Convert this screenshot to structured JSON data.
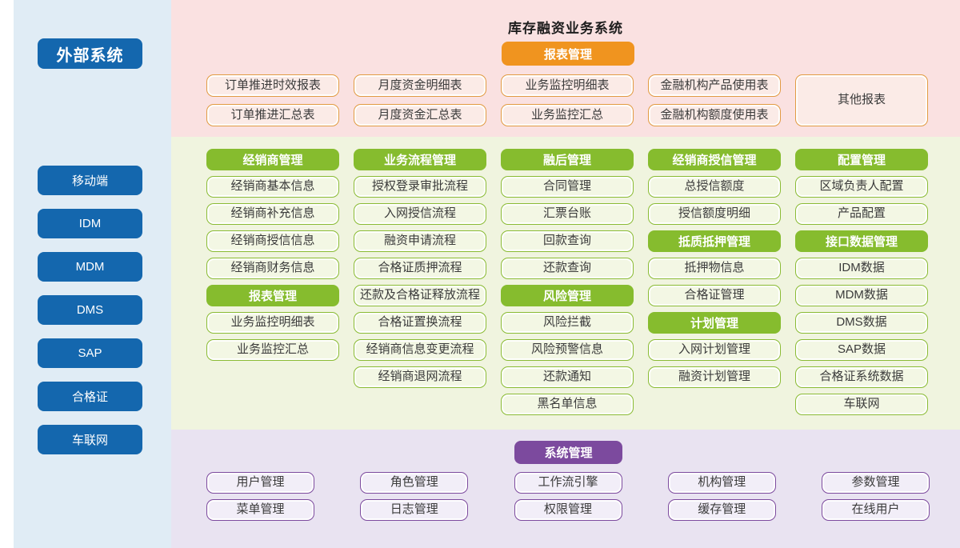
{
  "title": "库存融资业务系统",
  "colors": {
    "blue": "#1467ae",
    "sidebar_bg": "#e0ecf5",
    "pink_bg": "#fae1e1",
    "orange": "#f0941f",
    "green_bg": "#f0f4df",
    "green": "#86bc2e",
    "purple_bg": "#e9e3f1",
    "purple": "#7c4a9e"
  },
  "sidebar": {
    "header": "外部系统",
    "items": [
      "移动端",
      "IDM",
      "MDM",
      "DMS",
      "SAP",
      "合格证",
      "车联网"
    ]
  },
  "reports": {
    "header": "报表管理",
    "rows": [
      [
        "订单推进时效报表",
        "月度资金明细表",
        "业务监控明细表",
        "金融机构产品使用表"
      ],
      [
        "订单推进汇总表",
        "月度资金汇总表",
        "业务监控汇总",
        "金融机构额度使用表"
      ]
    ],
    "other": "其他报表"
  },
  "modules": {
    "columns": [
      [
        {
          "type": "header",
          "label": "经销商管理"
        },
        {
          "type": "item",
          "label": "经销商基本信息"
        },
        {
          "type": "item",
          "label": "经销商补充信息"
        },
        {
          "type": "item",
          "label": "经销商授信信息"
        },
        {
          "type": "item",
          "label": "经销商财务信息"
        },
        {
          "type": "header",
          "label": "报表管理"
        },
        {
          "type": "item",
          "label": "业务监控明细表"
        },
        {
          "type": "item",
          "label": "业务监控汇总"
        }
      ],
      [
        {
          "type": "header",
          "label": "业务流程管理"
        },
        {
          "type": "item",
          "label": "授权登录审批流程"
        },
        {
          "type": "item",
          "label": "入网授信流程"
        },
        {
          "type": "item",
          "label": "融资申请流程"
        },
        {
          "type": "item",
          "label": "合格证质押流程"
        },
        {
          "type": "item",
          "label": "还款及合格证释放流程"
        },
        {
          "type": "item",
          "label": "合格证置换流程"
        },
        {
          "type": "item",
          "label": "经销商信息变更流程"
        },
        {
          "type": "item",
          "label": "经销商退网流程"
        }
      ],
      [
        {
          "type": "header",
          "label": "融后管理"
        },
        {
          "type": "item",
          "label": "合同管理"
        },
        {
          "type": "item",
          "label": "汇票台账"
        },
        {
          "type": "item",
          "label": "回款查询"
        },
        {
          "type": "item",
          "label": "还款查询"
        },
        {
          "type": "header",
          "label": "风险管理"
        },
        {
          "type": "item",
          "label": "风险拦截"
        },
        {
          "type": "item",
          "label": "风险预警信息"
        },
        {
          "type": "item",
          "label": "还款通知"
        },
        {
          "type": "item",
          "label": "黑名单信息"
        }
      ],
      [
        {
          "type": "header",
          "label": "经销商授信管理"
        },
        {
          "type": "item",
          "label": "总授信额度"
        },
        {
          "type": "item",
          "label": "授信额度明细"
        },
        {
          "type": "header",
          "label": "抵质抵押管理"
        },
        {
          "type": "item",
          "label": "抵押物信息"
        },
        {
          "type": "item",
          "label": "合格证管理"
        },
        {
          "type": "header",
          "label": "计划管理"
        },
        {
          "type": "item",
          "label": "入网计划管理"
        },
        {
          "type": "item",
          "label": "融资计划管理"
        }
      ],
      [
        {
          "type": "header",
          "label": "配置管理"
        },
        {
          "type": "item",
          "label": "区域负责人配置"
        },
        {
          "type": "item",
          "label": "产品配置"
        },
        {
          "type": "header",
          "label": "接口数据管理"
        },
        {
          "type": "item",
          "label": "IDM数据"
        },
        {
          "type": "item",
          "label": "MDM数据"
        },
        {
          "type": "item",
          "label": "DMS数据"
        },
        {
          "type": "item",
          "label": "SAP数据"
        },
        {
          "type": "item",
          "label": "合格证系统数据"
        },
        {
          "type": "item",
          "label": "车联网"
        }
      ]
    ]
  },
  "system": {
    "header": "系统管理",
    "columns": [
      [
        "用户管理",
        "菜单管理"
      ],
      [
        "角色管理",
        "日志管理"
      ],
      [
        "工作流引擎",
        "权限管理"
      ],
      [
        "机构管理",
        "缓存管理"
      ],
      [
        "参数管理",
        "在线用户"
      ]
    ]
  }
}
